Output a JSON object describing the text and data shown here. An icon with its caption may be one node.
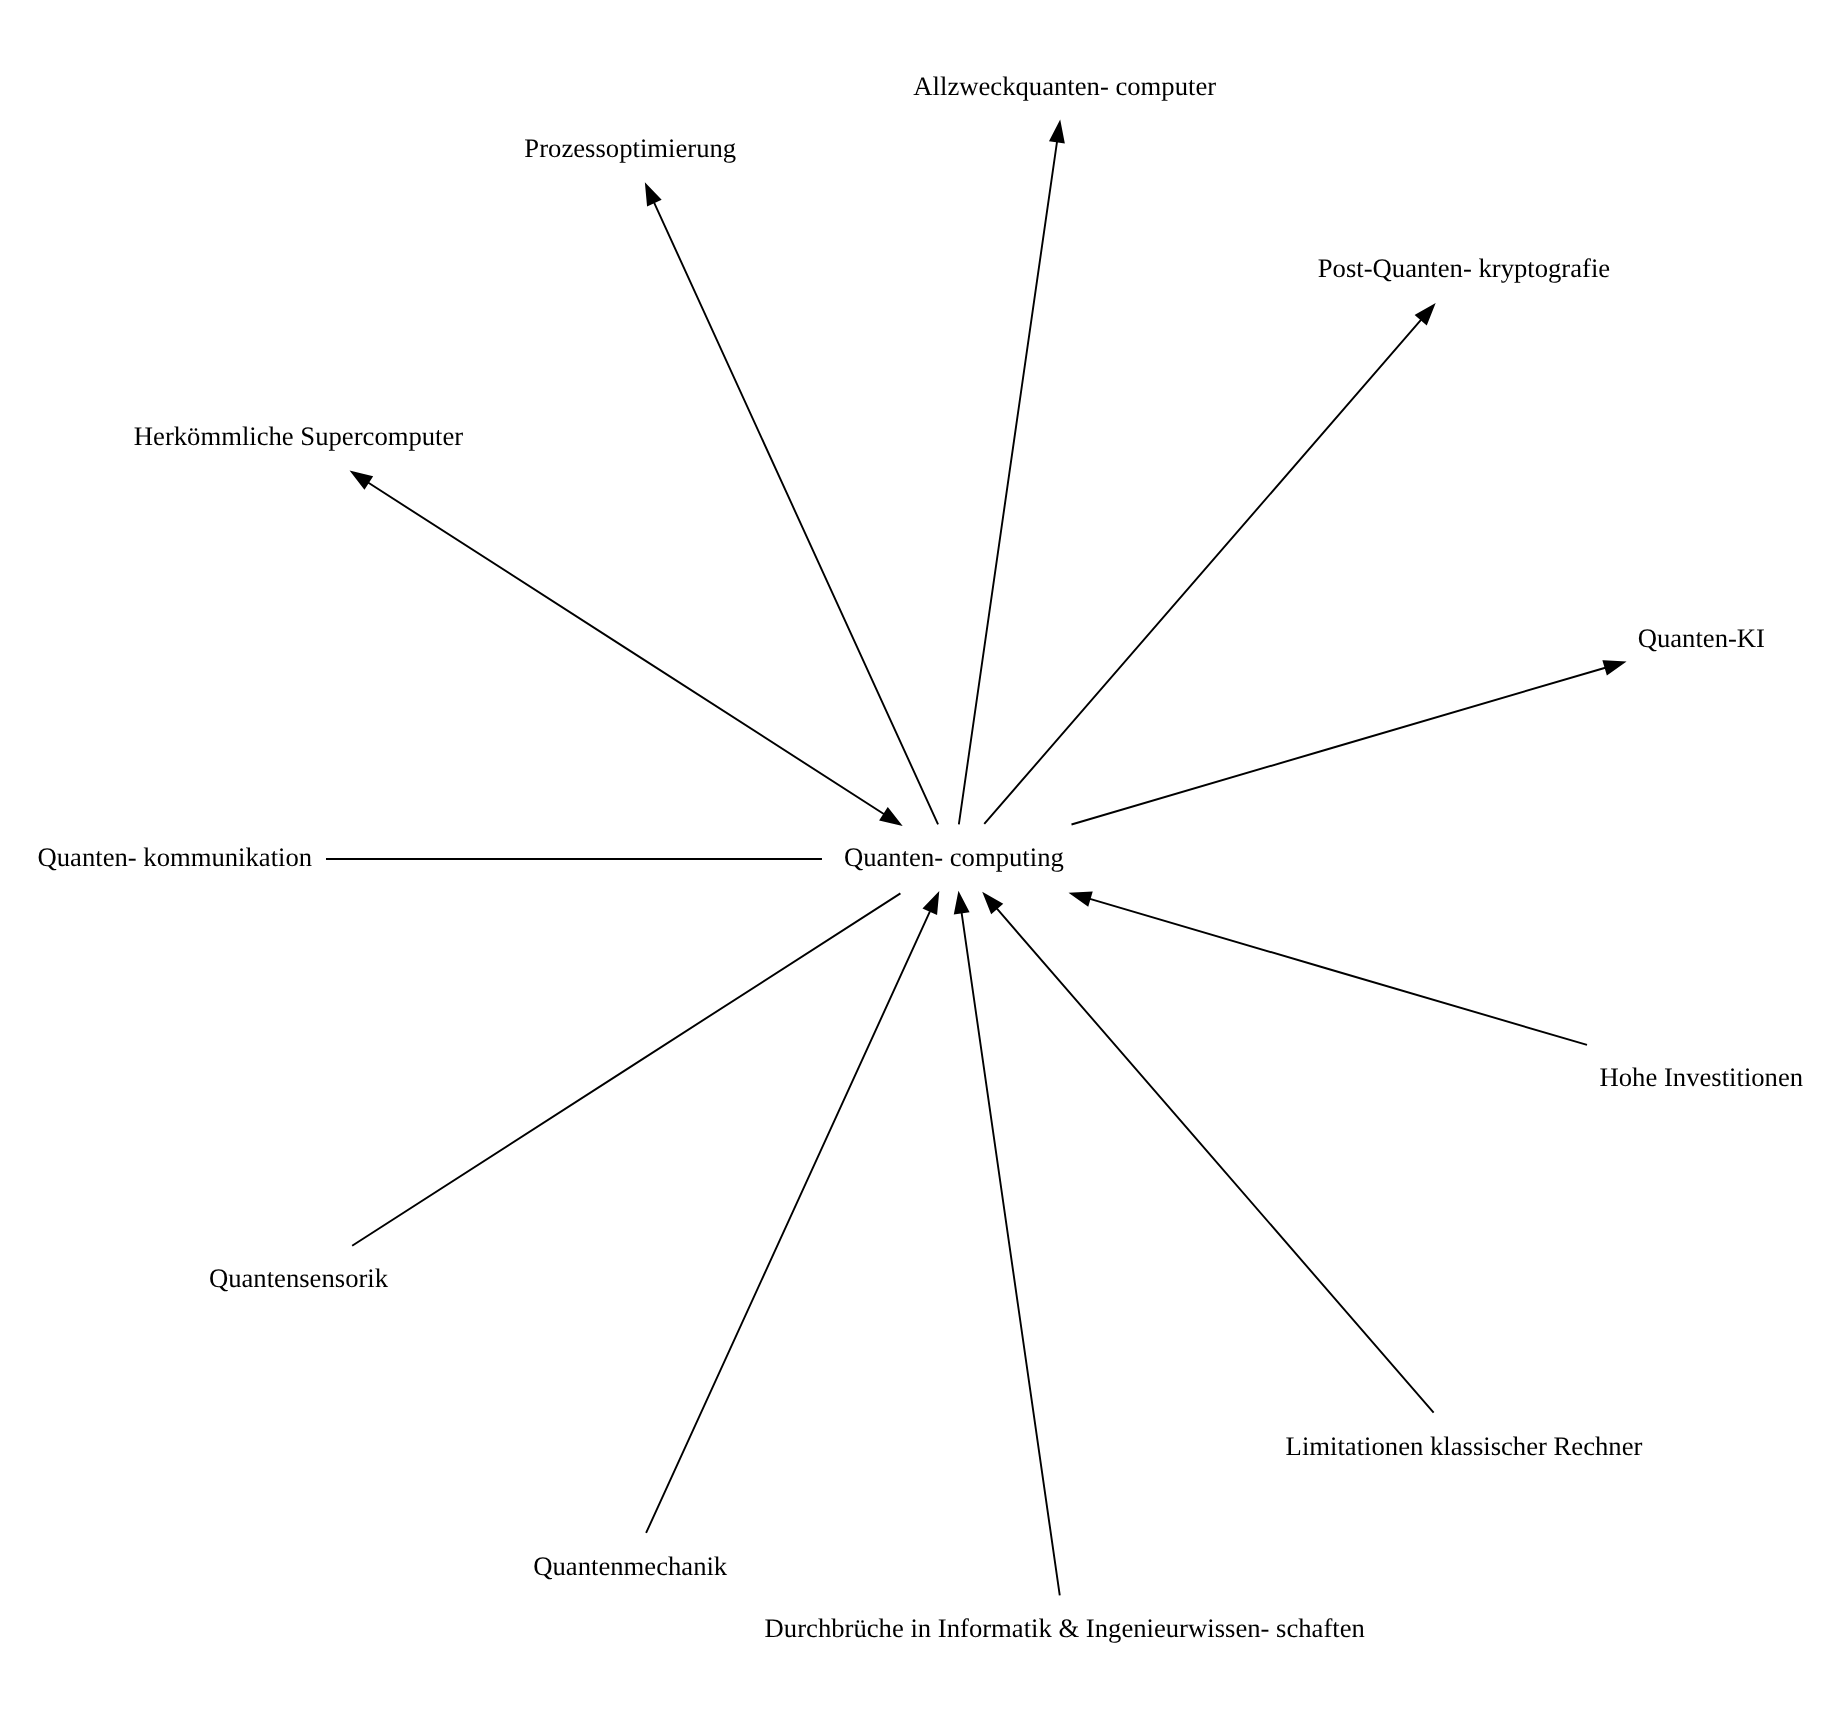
{
  "diagram": {
    "nodes": [
      {
        "text": [
          "Quanten- kommunikation"
        ]
      },
      {
        "text": [
          "Quantensensorik"
        ]
      },
      {
        "text": [
          "Quantenmechanik"
        ]
      },
      {
        "text": [
          "Quanten-KI"
        ]
      },
      {
        "text": [
          "Durchbrüche in Informatik & Ingenieurwissen- schaften"
        ]
      },
      {
        "text": [
          "Post-Quanten- kryptografie"
        ]
      },
      {
        "text": [
          "Quanten- computing"
        ]
      },
      {
        "text": [
          "Allzweckquanten- computer"
        ]
      },
      {
        "text": [
          "Limitationen klassischer Rechner"
        ]
      },
      {
        "text": [
          "Hohe Investitionen"
        ]
      },
      {
        "text": [
          "Prozessoptimierung"
        ]
      },
      {
        "text": [
          "Herkömmliche Supercomputer"
        ]
      }
    ],
    "edges": [
      {
        "from": 0,
        "to": 6,
        "arrow": "none"
      },
      {
        "from": 1,
        "to": 6,
        "arrow": "none"
      },
      {
        "from": 2,
        "to": 6,
        "arrow": "to"
      },
      {
        "from": 6,
        "to": 3,
        "arrow": "to"
      },
      {
        "from": 4,
        "to": 6,
        "arrow": "to"
      },
      {
        "from": 6,
        "to": 5,
        "arrow": "to"
      },
      {
        "from": 6,
        "to": 7,
        "arrow": "to"
      },
      {
        "from": 8,
        "to": 6,
        "arrow": "to"
      },
      {
        "from": 9,
        "to": 6,
        "arrow": "to"
      },
      {
        "from": 6,
        "to": 10,
        "arrow": "to"
      },
      {
        "from": 6,
        "to": 11,
        "arrow": "both"
      }
    ]
  }
}
